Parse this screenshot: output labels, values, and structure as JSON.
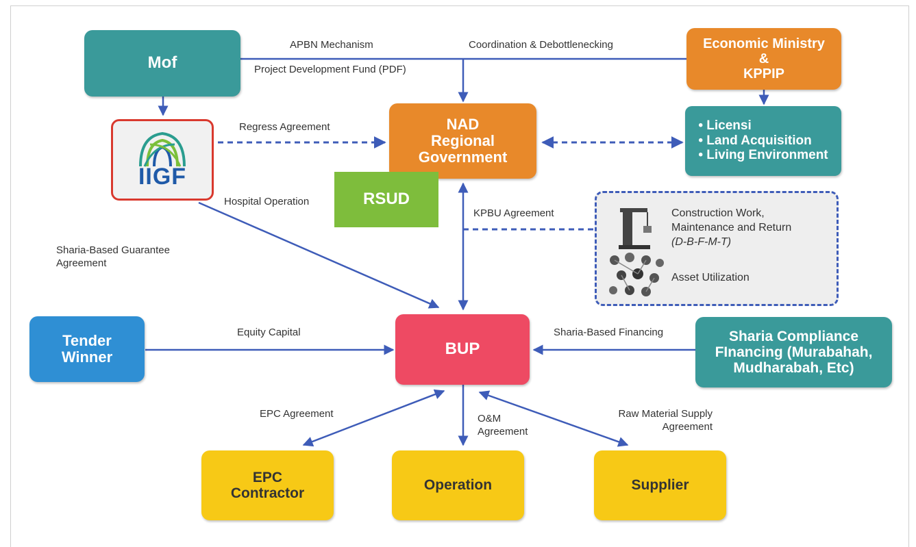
{
  "nodes": {
    "mof": "Mof",
    "economic_ministry": [
      "Economic Ministry",
      "&",
      "KPPIP"
    ],
    "nad": [
      "NAD",
      "Regional",
      "Government"
    ],
    "permits": [
      "• Licensi",
      "• Land Acquisition",
      "• Living Environment"
    ],
    "iigf": "IIGF",
    "rsud": "RSUD",
    "bup": "BUP",
    "tender_winner": [
      "Tender",
      "Winner"
    ],
    "sharia_financing": [
      "Sharia Compliance",
      "FInancing (Murabahah,",
      "Mudharabah, Etc)"
    ],
    "epc_contractor": [
      "EPC",
      "Contractor"
    ],
    "operation": "Operation",
    "supplier": "Supplier",
    "dbfmt": {
      "line1": "Construction Work,",
      "line2": "Maintenance and Return",
      "line3": "(D-B-F-M-T)",
      "line4": "Asset Utilization"
    }
  },
  "edge_labels": {
    "apbn": "APBN Mechanism",
    "pdf": "Project Development Fund (PDF)",
    "coordination": "Coordination & Debottlenecking",
    "regress": "Regress Agreement",
    "hospital": "Hospital Operation",
    "kpbu": "KPBU Agreement",
    "guarantee": [
      "Sharia-Based Guarantee",
      "Agreement"
    ],
    "equity": "Equity Capital",
    "sharia_based": "Sharia-Based Financing",
    "epc_agreement": "EPC Agreement",
    "om": [
      "O&M",
      "Agreement"
    ],
    "raw_material": [
      "Raw Material Supply",
      "Agreement"
    ]
  },
  "colors": {
    "teal": "#3a9a9a",
    "orange": "#e8892a",
    "pink": "#ee4a63",
    "blue": "#2f8fd4",
    "yellow": "#f7c916",
    "green": "#7ebd3c",
    "arrow": "#3e5cb8",
    "iigf_border": "#d9392e"
  }
}
